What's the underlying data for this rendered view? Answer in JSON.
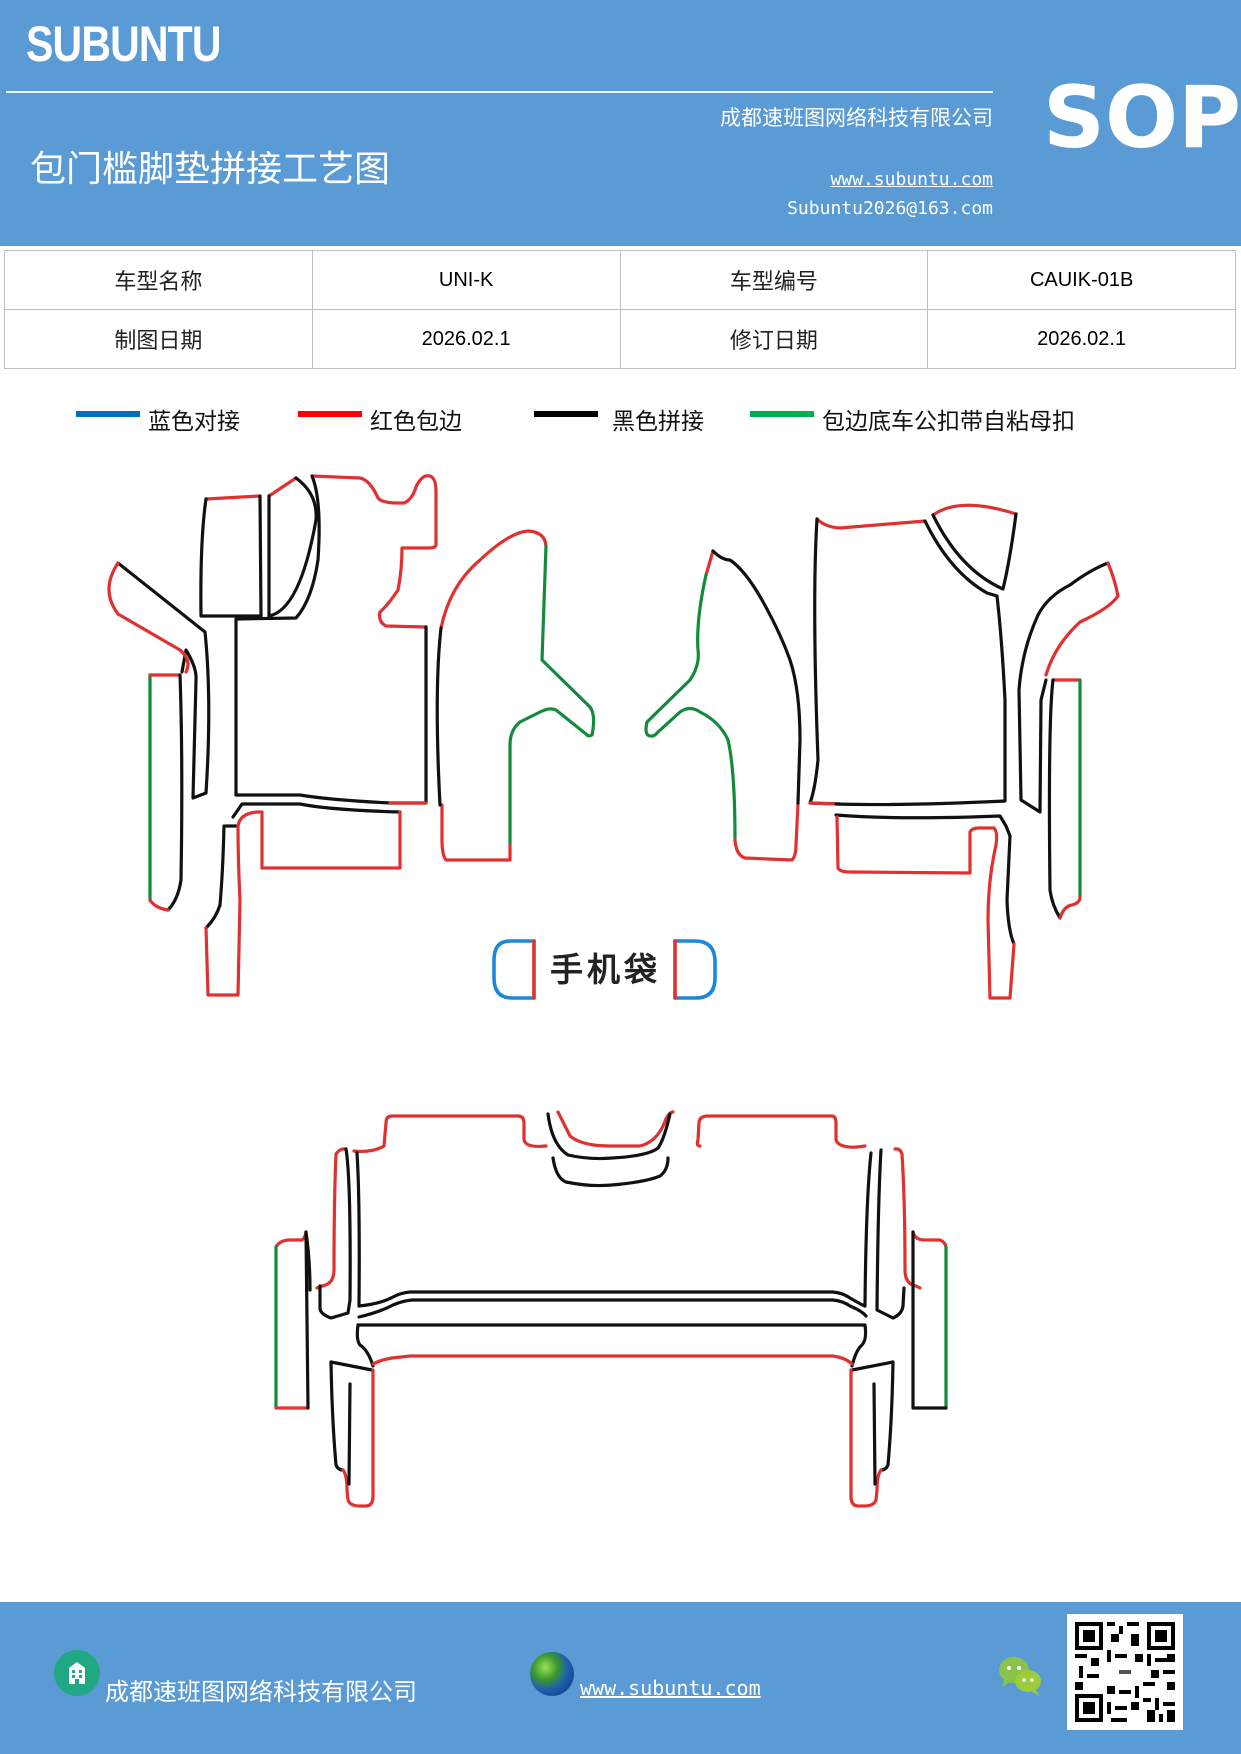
{
  "header": {
    "brand": "SUBUNTU",
    "title": "包门槛脚垫拼接工艺图",
    "company": "成都速班图网络科技有限公司",
    "website": "www.subuntu.com",
    "email": "Subuntu2026@163.com",
    "doc_type": "SOP",
    "background_color": "#5b9bd5"
  },
  "info_table": {
    "rows": [
      {
        "label1": "车型名称",
        "value1": "UNI-K",
        "label2": "车型编号",
        "value2": "CAUIK-01B"
      },
      {
        "label1": "制图日期",
        "value1": "2026.02.1",
        "label2": "修订日期",
        "value2": "2026.02.1"
      }
    ]
  },
  "legend": [
    {
      "label": "蓝色对接",
      "color": "#0070c0"
    },
    {
      "label": "红色包边",
      "color": "#ff0000"
    },
    {
      "label": "黑色拼接",
      "color": "#000000"
    },
    {
      "label": "包边底车公扣带自粘母扣",
      "color": "#00b050"
    }
  ],
  "diagram": {
    "phone_pocket_label": "手机袋",
    "line_colors": {
      "red": "#e03030",
      "black": "#111111",
      "green": "#138a3c",
      "blue": "#1e88d8"
    }
  },
  "footer": {
    "company": "成都速班图网络科技有限公司",
    "website": "www.subuntu.com ",
    "icons": [
      "building-icon",
      "globe-icon",
      "wechat-icon",
      "qr-code"
    ]
  }
}
